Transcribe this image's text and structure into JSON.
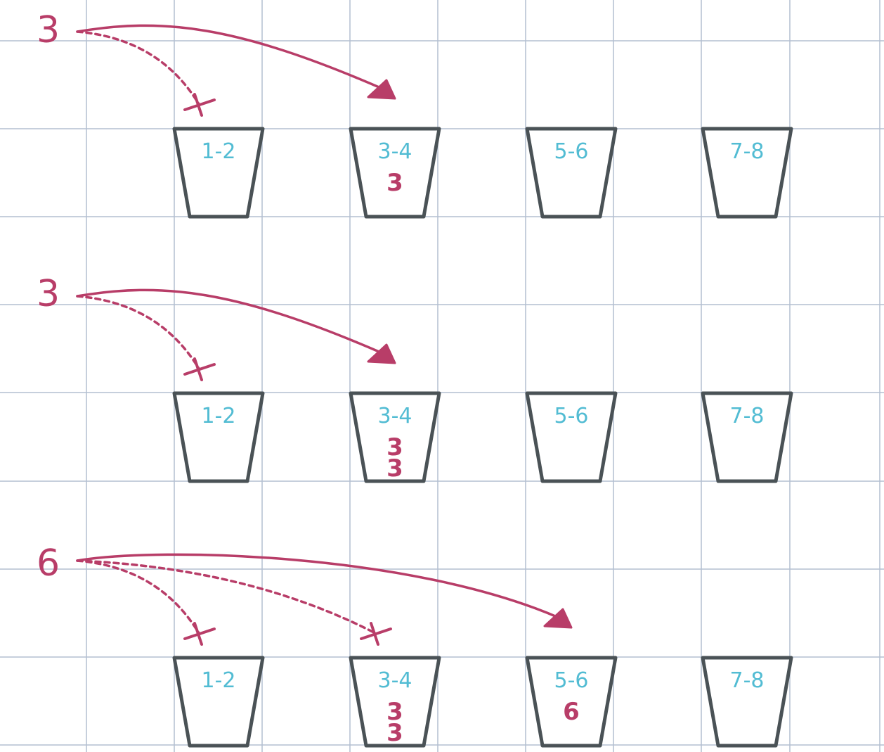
{
  "palette": {
    "grid": "#b4bfd1",
    "bucket_outline": "#4a5256",
    "bucket_label": "#52bcd3",
    "ink": "#b83d68",
    "background": "#ffffff"
  },
  "buckets": [
    "1-2",
    "3-4",
    "5-6",
    "7-8"
  ],
  "steps": [
    {
      "incoming": "3",
      "rejected_buckets": [
        "1-2"
      ],
      "target_bucket": "3-4",
      "contents": [
        [],
        [
          "3"
        ],
        [],
        []
      ]
    },
    {
      "incoming": "3",
      "rejected_buckets": [
        "1-2"
      ],
      "target_bucket": "3-4",
      "contents": [
        [],
        [
          "3",
          "3"
        ],
        [],
        []
      ]
    },
    {
      "incoming": "6",
      "rejected_buckets": [
        "1-2",
        "3-4"
      ],
      "target_bucket": "5-6",
      "contents": [
        [],
        [
          "3",
          "3"
        ],
        [
          "6"
        ],
        []
      ]
    }
  ]
}
